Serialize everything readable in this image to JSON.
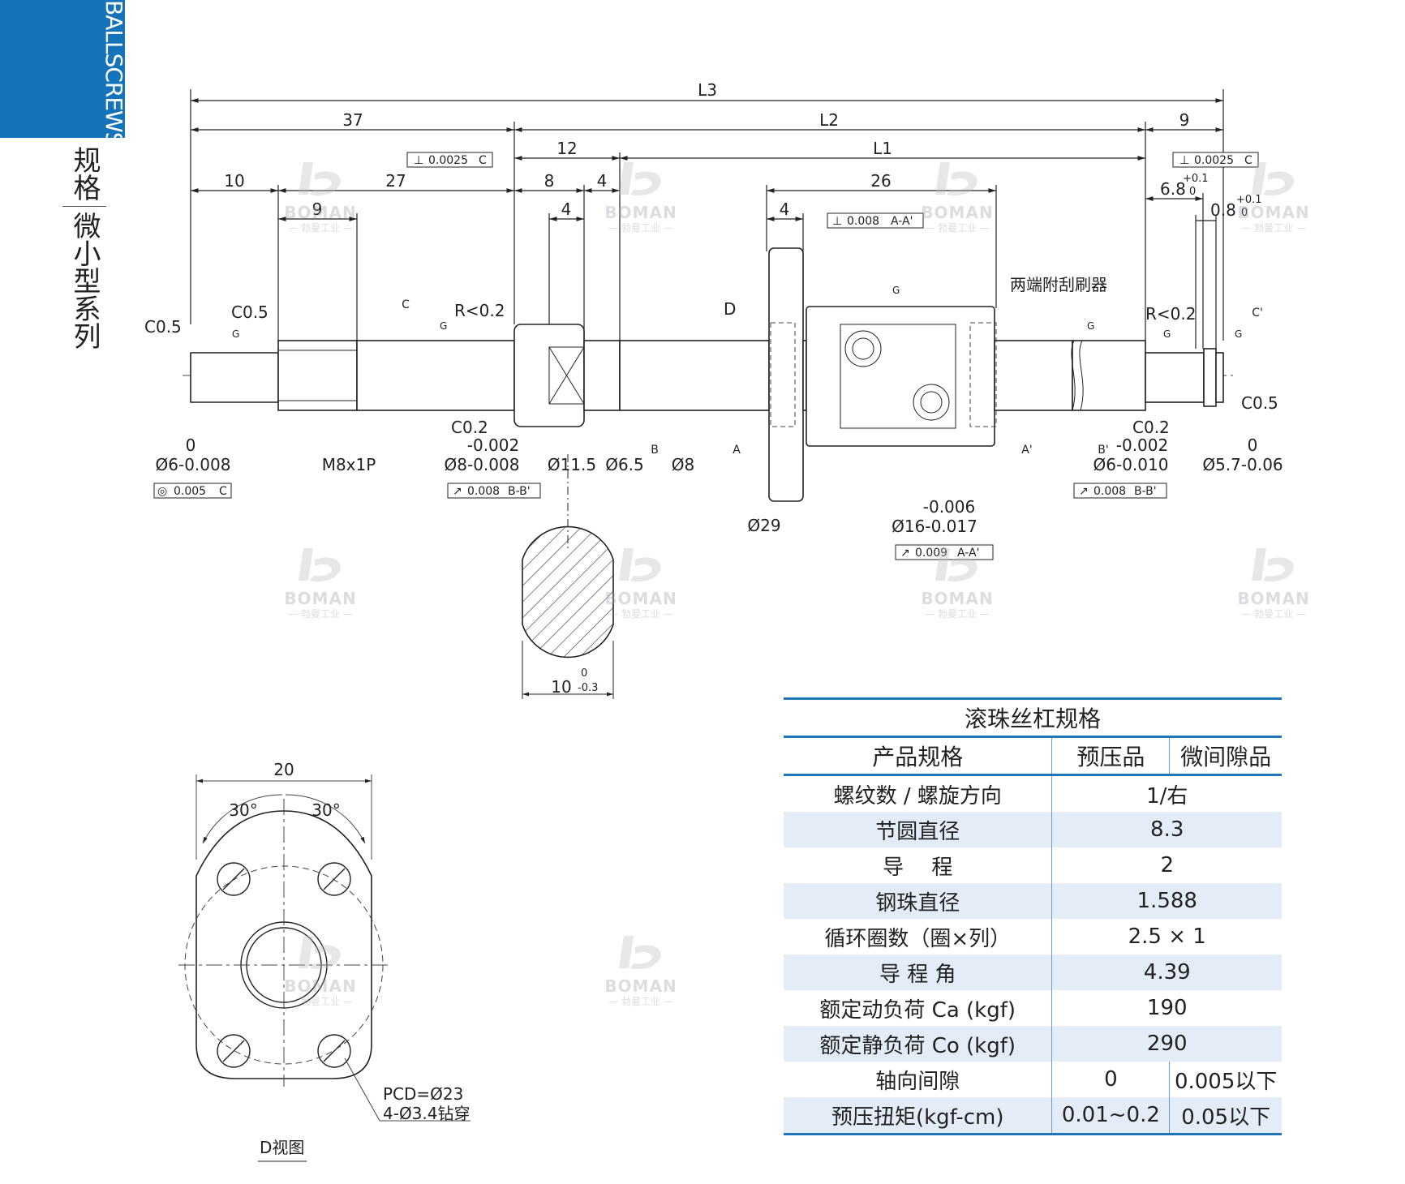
{
  "sidebar": {
    "tab_text": "BALLSCREWS",
    "label_top": "规格",
    "label_bottom": "微小型系列",
    "accent_color": "#1473b9"
  },
  "watermark": {
    "name": "BOMAN",
    "sub": "— 勃曼工业 —"
  },
  "drawing": {
    "dims": {
      "L3": "L3",
      "L2": "L2",
      "L1": "L1",
      "d37": "37",
      "d9_right": "9",
      "d12": "12",
      "d10": "10",
      "d27": "27",
      "d8": "8",
      "d4a": "4",
      "d9": "9",
      "d4b": "4",
      "d26": "26",
      "d4c": "4",
      "d68": "6.8",
      "d68_tol_up": "+0.1",
      "d68_tol_lo": "0",
      "d08": "0.8",
      "d08_tol_up": "+0.1",
      "d08_tol_lo": "0"
    },
    "labels": {
      "c05_left": "C0.5",
      "c05_b": "C0.5",
      "r02_left": "R<0.2",
      "r02_right": "R<0.2",
      "c02_left": "C0.2",
      "c02_right": "C0.2",
      "c05_right": "C0.5",
      "d_arrow": "D",
      "wiper_note": "两端附刮刷器",
      "g": "G",
      "dia6_top": "0",
      "dia6": "Ø6-0.008",
      "m8": "M8x1P",
      "dia8_top": "-0.002",
      "dia8": "Ø8-0.008",
      "dia115": "Ø11.5",
      "dia65": "Ø6.5",
      "dia8b": "Ø8",
      "dia29": "Ø29",
      "dia16_top": "-0.006",
      "dia16": "Ø16-0.017",
      "dia6r_top": "-0.002",
      "dia6r": "Ø6-0.010",
      "dia57_top": "0",
      "dia57": "Ø5.7-0.06",
      "sec10": "10",
      "sec10_tol_up": "0",
      "sec10_tol_lo": "-0.3",
      "datum_a": "A",
      "datum_b": "B",
      "datum_c": "C",
      "datum_ap": "A'",
      "datum_bp": "B'",
      "datum_cp": "C'"
    },
    "tolerances": {
      "perp_left": {
        "sym": "⊥",
        "val": "0.0025",
        "ref": "C"
      },
      "perp_right": {
        "sym": "⊥",
        "val": "0.0025",
        "ref": "C"
      },
      "perp_nut": {
        "sym": "⊥",
        "val": "0.008",
        "ref": "A-A'"
      },
      "conc": {
        "sym": "◎",
        "val": "0.005",
        "ref": "C"
      },
      "run_left": {
        "sym": "↗",
        "val": "0.008",
        "ref": "B-B'"
      },
      "run_right": {
        "sym": "↗",
        "val": "0.008",
        "ref": "B-B'"
      },
      "run_nut": {
        "sym": "↗",
        "val": "0.009",
        "ref": "A-A'"
      }
    },
    "flange": {
      "width": "20",
      "angle_l": "30°",
      "angle_r": "30°",
      "pcd": "PCD=Ø23",
      "holes": "4-Ø3.4钻穿",
      "view_label": "D视图"
    }
  },
  "spec_table": {
    "title": "滚珠丝杠规格",
    "header": {
      "label": "产品规格",
      "col1": "预压品",
      "col2": "微间隙品"
    },
    "rows": [
      {
        "label": "螺纹数 / 螺旋方向",
        "value": "1/右"
      },
      {
        "label": "节圆直径",
        "value": "8.3"
      },
      {
        "label": "导　 程",
        "value": "2"
      },
      {
        "label": "钢珠直径",
        "value": "1.588"
      },
      {
        "label": "循环圈数（圈×列）",
        "value": "2.5 × 1"
      },
      {
        "label": "导 程 角",
        "value": "4.39"
      },
      {
        "label": "额定动负荷 Ca (kgf)",
        "value": "190"
      },
      {
        "label": "额定静负荷 Co (kgf)",
        "value": "290"
      }
    ],
    "split_rows": [
      {
        "label": "轴向间隙",
        "col1": "0",
        "col2": "0.005以下"
      },
      {
        "label": "预压扭矩(kgf-cm)",
        "col1": "0.01~0.2",
        "col2": "0.05以下"
      }
    ]
  }
}
